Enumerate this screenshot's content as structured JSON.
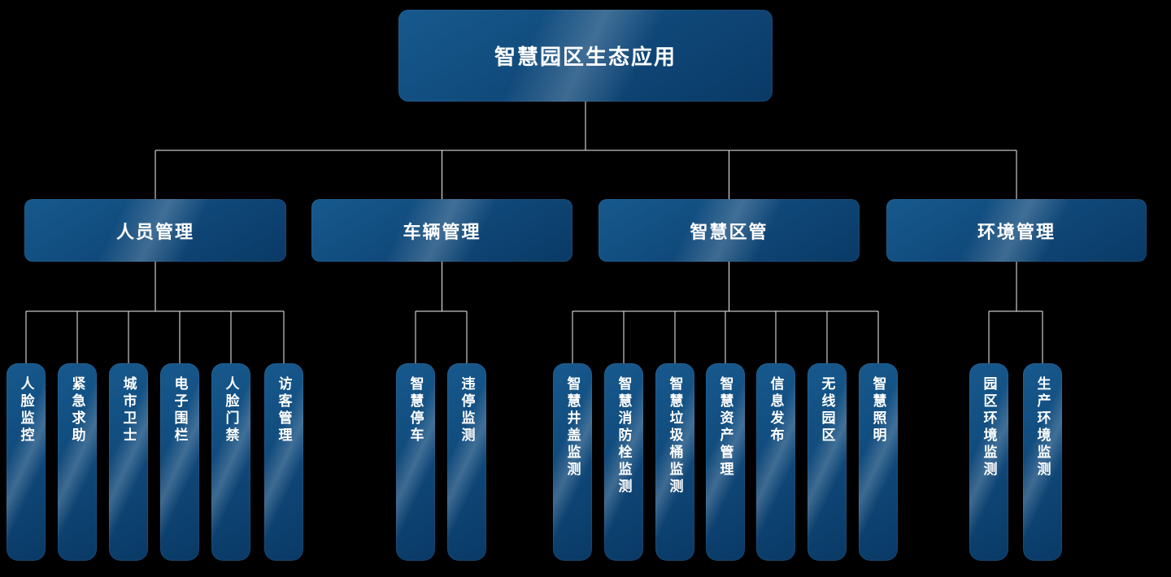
{
  "root": {
    "label": "智慧园区生态应用"
  },
  "groups": [
    {
      "label": "人员管理",
      "children": [
        "人脸监控",
        "紧急求助",
        "城市卫士",
        "电子围栏",
        "人脸门禁",
        "访客管理"
      ]
    },
    {
      "label": "车辆管理",
      "children": [
        "智慧停车",
        "违停监测"
      ]
    },
    {
      "label": "智慧区管",
      "children": [
        "智慧井盖监测",
        "智慧消防栓监测",
        "智慧垃圾桶监测",
        "智慧资产管理",
        "信息发布",
        "无线园区",
        "智慧照明"
      ]
    },
    {
      "label": "环境管理",
      "children": [
        "园区环境监测",
        "生产环境监测"
      ]
    }
  ],
  "colors": {
    "background": "#000000",
    "node_gradient_light": "#17598d",
    "node_gradient_dark": "#0a3a66",
    "sheen": "rgba(255,255,255,0.20)",
    "connector_line": "#ffffff",
    "text": "#ffffff"
  }
}
